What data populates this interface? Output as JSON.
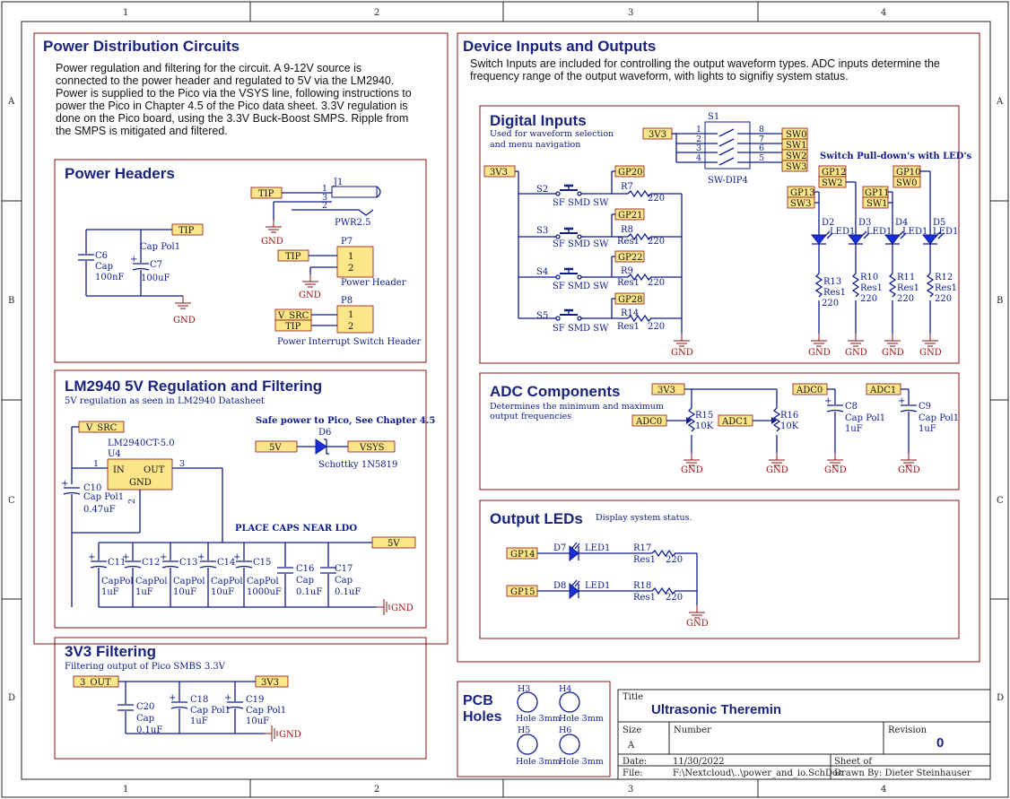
{
  "grid": {
    "cols": [
      "1",
      "2",
      "3",
      "4"
    ],
    "rows": [
      "A",
      "B",
      "C",
      "D"
    ]
  },
  "sections": {
    "power": {
      "title": "Power Distribution Circuits",
      "desc": [
        "Power regulation and filtering for the circuit. A 9-12V source is",
        "connected to the power header and regulated to 5V via the LM2940.",
        "Power is supplied to the Pico via the VSYS line, following instructions to",
        "power the Pico in Chapter 4.5 of the Pico data sheet. 3.3V regulation is",
        "done on the Pico board, using the 3.3V Buck-Boost SMPS. Ripple from",
        "the SMPS is mitigated and filtered."
      ]
    },
    "headers": {
      "title": "Power Headers"
    },
    "lm2940": {
      "title": "LM2940 5V Regulation and Filtering",
      "sub": "5V regulation as seen in LM2940 Datasheet",
      "note": "Safe power to Pico, See Chapter 4.5",
      "place": "PLACE CAPS NEAR LDO"
    },
    "v3": {
      "title": "3V3 Filtering",
      "sub": "Filtering output of Pico SMBS 3.3V"
    },
    "io": {
      "title": "Device Inputs and Outputs",
      "desc": [
        "Switch Inputs are included for controlling the output waveform types. ADC inputs determine the",
        "frequency range of the output waveform, with lights to signifiy system status."
      ]
    },
    "digital": {
      "title": "Digital Inputs",
      "sub": [
        "Used for waveform selection",
        "and menu navigation"
      ],
      "pulldown": "Switch Pull-down's with LED's"
    },
    "adc": {
      "title": "ADC Components",
      "sub": [
        "Determines the minimum and maximum",
        "output frequencies"
      ]
    },
    "outled": {
      "title": "Output LEDs",
      "sub": "Display system status."
    },
    "pcb": {
      "title1": "PCB",
      "title2": "Holes"
    }
  },
  "labels": {
    "gnd": "GND",
    "tip": "TIP",
    "j1": "J1",
    "pwr": "PWR2.5",
    "p7": "P7",
    "p8": "P8",
    "power_header": "Power Header",
    "interrupt_header": "Power Interrupt Switch Header",
    "vsrc": "V_SRC",
    "c6": "C6",
    "cap": "Cap",
    "c6v": "100nF",
    "cappol1": "Cap Pol1",
    "c7": "C7",
    "c7v": "100uF",
    "lm": "LM2940CT-5.0",
    "u4": "U4",
    "in": "IN",
    "out": "OUT",
    "gndpin": "GND",
    "c10": "C10",
    "c10v": "0.47uF",
    "v5": "5V",
    "vsys": "VSYS",
    "d6": "D6",
    "schottky": "Schottky 1N5819",
    "caps": [
      {
        "n": "C11",
        "t": "CapPol",
        "v": "1uF"
      },
      {
        "n": "C12",
        "t": "CapPol",
        "v": "1uF"
      },
      {
        "n": "C13",
        "t": "CapPol",
        "v": "10uF"
      },
      {
        "n": "C14",
        "t": "CapPol",
        "v": "10uF"
      },
      {
        "n": "C15",
        "t": "CapPol",
        "v": "1000uF"
      },
      {
        "n": "C16",
        "t": "Cap",
        "v": "0.1uF"
      },
      {
        "n": "C17",
        "t": "Cap",
        "v": "0.1uF"
      }
    ],
    "out3": "3_OUT",
    "v3v3": "3V3",
    "c20": "C20",
    "c20v": "0.1uF",
    "c18": "C18",
    "c18v": "1uF",
    "c19": "C19",
    "c19v": "10uF",
    "sf": "SF SMD SW",
    "res1": "Res1",
    "r220": "220",
    "s1": "S1",
    "dip": "SW-DIP4",
    "switches": [
      {
        "s": "S2",
        "gp": "GP20",
        "r": "R7"
      },
      {
        "s": "S3",
        "gp": "GP21",
        "r": "R8"
      },
      {
        "s": "S4",
        "gp": "GP22",
        "r": "R9"
      },
      {
        "s": "S5",
        "gp": "GP28",
        "r": "R14"
      }
    ],
    "sw": [
      "SW0",
      "SW1",
      "SW2",
      "SW3"
    ],
    "leds": [
      {
        "gp": "GP13",
        "sw": "SW3",
        "d": "D2",
        "r": "R13"
      },
      {
        "gp": "GP11",
        "sw": "SW1",
        "d": "D3",
        "r": "R10"
      },
      {
        "gp": "GP12",
        "sw": "SW2",
        "d": "D4",
        "r": "R11"
      },
      {
        "gp": "GP10",
        "sw": "SW0",
        "d": "D5",
        "r": "R12"
      }
    ],
    "led1": "LED1",
    "adc0": "ADC0",
    "adc1": "ADC1",
    "r15": "R15",
    "r16": "R16",
    "r10k": "10K",
    "c8": "C8",
    "c9": "C9",
    "gp14": "GP14",
    "gp15": "GP15",
    "d7": "D7",
    "d8": "D8",
    "r17": "R17",
    "r18": "R18",
    "holes": [
      {
        "n": "H3",
        "t": "Hole 3mm"
      },
      {
        "n": "H4",
        "t": "Hole 3mm"
      },
      {
        "n": "H5",
        "t": "Hole 3mm"
      },
      {
        "n": "H6",
        "t": "Hole 3mm"
      }
    ]
  },
  "title_block": {
    "title_lbl": "Title",
    "title": "Ultrasonic Theremin",
    "size_lbl": "Size",
    "size": "A",
    "number_lbl": "Number",
    "revision_lbl": "Revision",
    "revision": "0",
    "date_lbl": "Date:",
    "date": "11/30/2022",
    "sheet_lbl": "Sheet  of",
    "file_lbl": "File:",
    "file": "F:\\Nextcloud\\..\\power_and_io.SchDoc",
    "drawn": "Drawn By: Dieter Steinhauser"
  }
}
